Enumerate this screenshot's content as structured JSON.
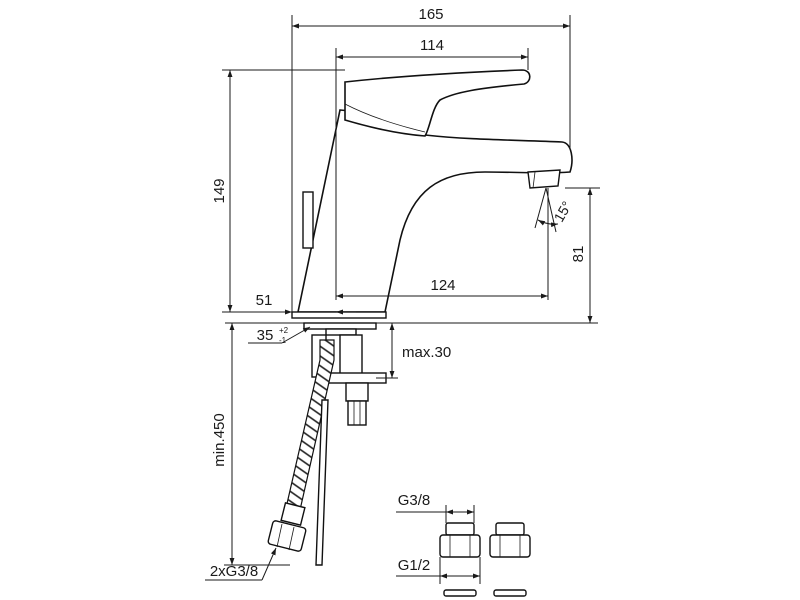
{
  "drawing": {
    "dimensions": {
      "overall_width": "165",
      "lever_width": "114",
      "height": "149",
      "spout_reach": "124",
      "base_offset": "51",
      "spout_height": "81",
      "spout_angle": "15°",
      "hole_diameter": "35",
      "hole_tol_upper": "+2",
      "hole_tol_lower": "-1",
      "deck_thickness": "max.30",
      "hose_length": "min.450",
      "hose_connection": "2xG3/8"
    },
    "adapters": {
      "top_thread": "G3/8",
      "bottom_thread": "G1/2"
    }
  }
}
